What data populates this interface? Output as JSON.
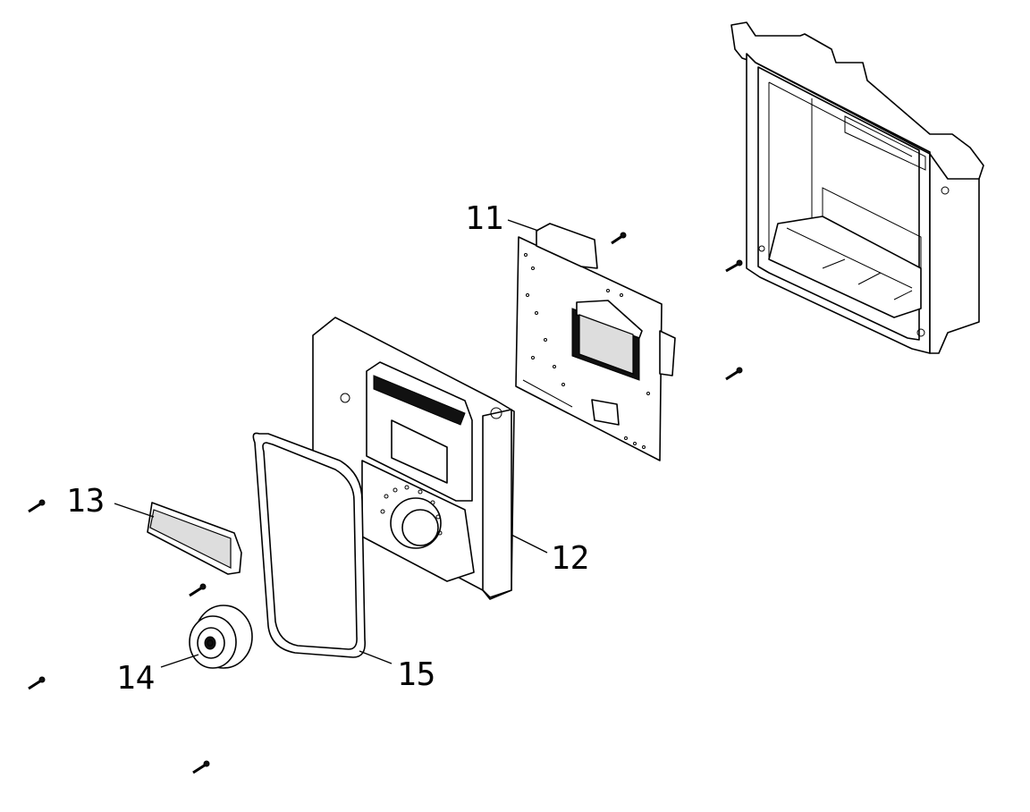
{
  "diagram": {
    "callouts": [
      {
        "id": "11",
        "label": "11"
      },
      {
        "id": "12",
        "label": "12"
      },
      {
        "id": "13",
        "label": "13"
      },
      {
        "id": "14",
        "label": "14"
      },
      {
        "id": "15",
        "label": "15"
      }
    ],
    "colors": {
      "line": "#000000",
      "background": "#ffffff",
      "shade": "#dddddd"
    }
  }
}
